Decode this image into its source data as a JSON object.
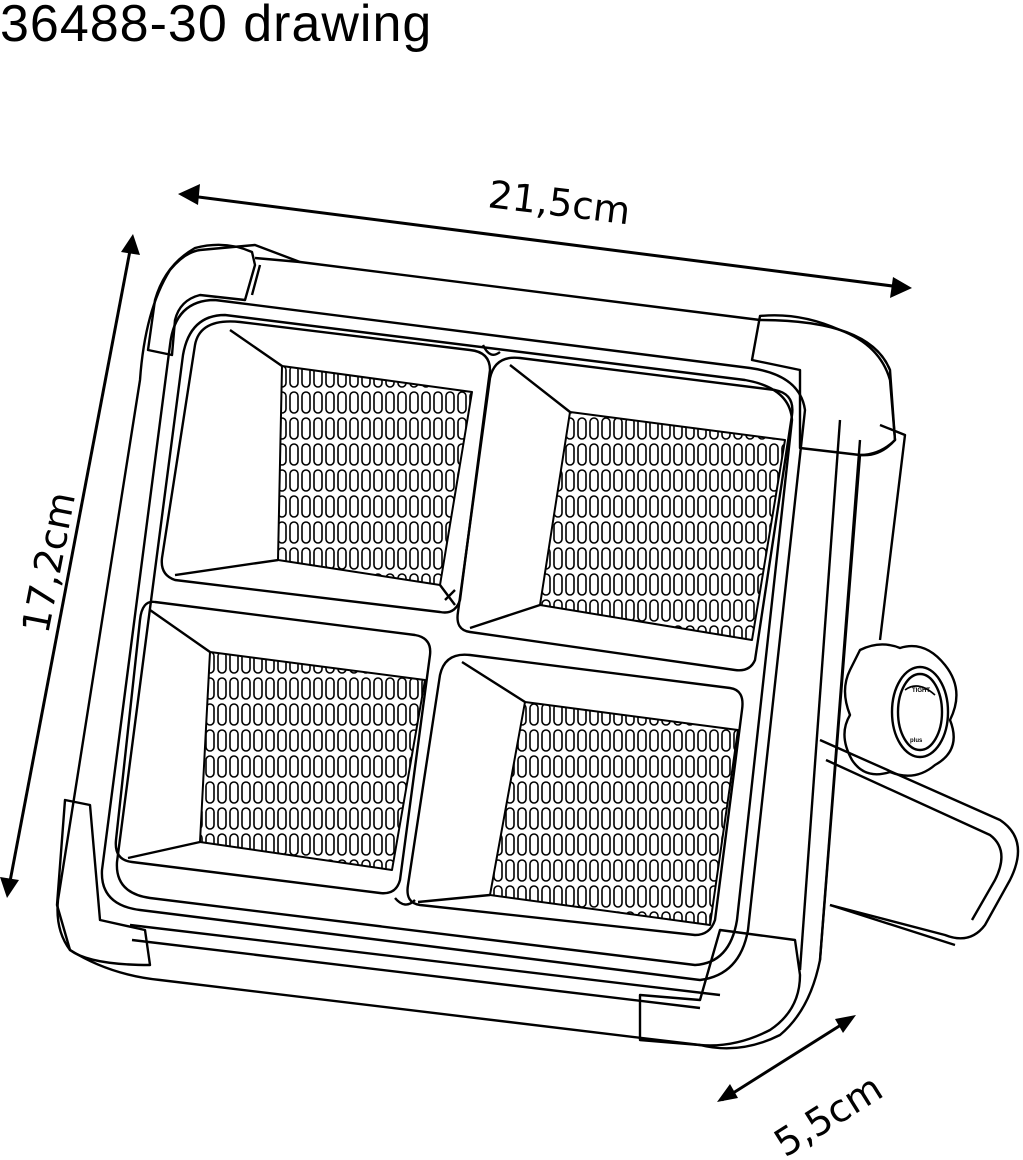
{
  "title": "36488-30 drawing",
  "dimensions": {
    "width_label": "21,5cm",
    "height_label": "17,2cm",
    "depth_label": "5,5cm"
  },
  "knob": {
    "label_top": "TIGHT",
    "label_bottom": "plus"
  },
  "colors": {
    "line": "#000000",
    "background": "#ffffff"
  }
}
